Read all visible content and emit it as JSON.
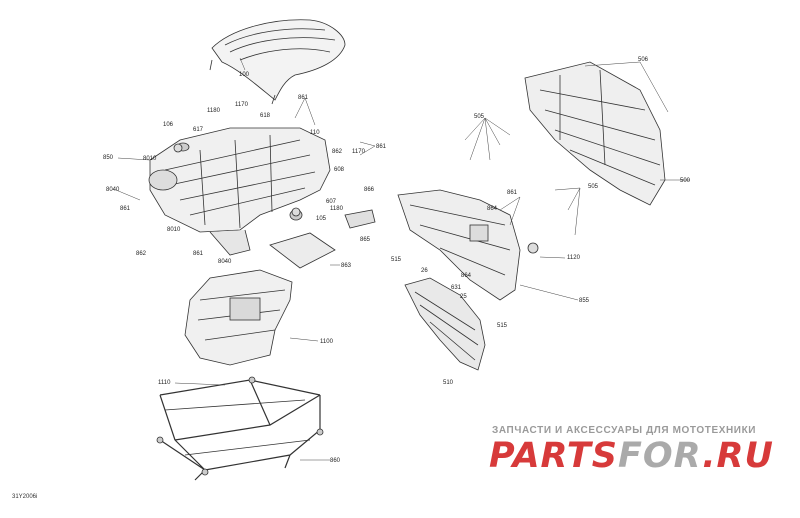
{
  "diagram": {
    "code": "31Y2006i",
    "brand": {
      "tagline": "ЗАПЧАСТИ И АКСЕССУАРЫ ДЛЯ МОТОТЕХНИКИ",
      "logo_part1": "PARTS",
      "logo_part2": "FOR",
      "logo_part3": ".RU",
      "colors": {
        "red": "#d73a3a",
        "grey": "#aaaaaa"
      }
    },
    "callouts": [
      {
        "id": "c100",
        "text": "100"
      },
      {
        "id": "c506",
        "text": "506"
      },
      {
        "id": "c1180a",
        "text": "1180"
      },
      {
        "id": "c1170a",
        "text": "1170"
      },
      {
        "id": "c861a",
        "text": "861"
      },
      {
        "id": "c106",
        "text": "106"
      },
      {
        "id": "c617",
        "text": "617"
      },
      {
        "id": "c618",
        "text": "618"
      },
      {
        "id": "c110",
        "text": "110"
      },
      {
        "id": "c505a",
        "text": "505"
      },
      {
        "id": "c862a",
        "text": "862"
      },
      {
        "id": "c861b",
        "text": "861"
      },
      {
        "id": "c850",
        "text": "850"
      },
      {
        "id": "c8010a",
        "text": "8010"
      },
      {
        "id": "c608",
        "text": "608"
      },
      {
        "id": "c1170b",
        "text": "1170"
      },
      {
        "id": "c8040a",
        "text": "8040"
      },
      {
        "id": "c607",
        "text": "607"
      },
      {
        "id": "c866",
        "text": "866"
      },
      {
        "id": "c1180b",
        "text": "1180"
      },
      {
        "id": "c861c",
        "text": "861"
      },
      {
        "id": "c861d",
        "text": "861"
      },
      {
        "id": "c505b",
        "text": "505"
      },
      {
        "id": "c500",
        "text": "500"
      },
      {
        "id": "c8010b",
        "text": "8010"
      },
      {
        "id": "c105",
        "text": "105"
      },
      {
        "id": "c864a",
        "text": "864"
      },
      {
        "id": "c865",
        "text": "865"
      },
      {
        "id": "c862b",
        "text": "862"
      },
      {
        "id": "c861e",
        "text": "861"
      },
      {
        "id": "c8040b",
        "text": "8040"
      },
      {
        "id": "c863",
        "text": "863"
      },
      {
        "id": "c515a",
        "text": "515"
      },
      {
        "id": "c26",
        "text": "26"
      },
      {
        "id": "c1120",
        "text": "1120"
      },
      {
        "id": "c864b",
        "text": "864"
      },
      {
        "id": "c25",
        "text": "25"
      },
      {
        "id": "c631",
        "text": "631"
      },
      {
        "id": "c855",
        "text": "855"
      },
      {
        "id": "c515b",
        "text": "515"
      },
      {
        "id": "c1100",
        "text": "1100"
      },
      {
        "id": "c1110",
        "text": "1110"
      },
      {
        "id": "c510",
        "text": "510"
      },
      {
        "id": "c860",
        "text": "860"
      }
    ]
  }
}
